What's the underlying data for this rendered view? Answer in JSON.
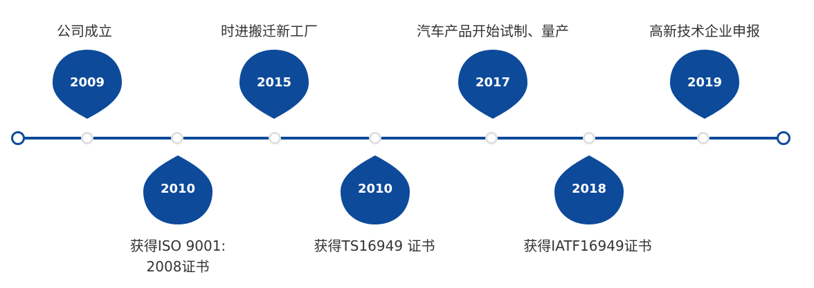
{
  "colors": {
    "primary": "#0d4a9a",
    "dot_border": "#e0e0e0",
    "text": "#333333"
  },
  "events_top": [
    {
      "year": "2009",
      "label": "公司成立"
    },
    {
      "year": "2015",
      "label": "时进搬迁新工厂"
    },
    {
      "year": "2017",
      "label": "汽车产品开始试制、量产"
    },
    {
      "year": "2019",
      "label": "高新技术企业申报"
    }
  ],
  "events_bottom": [
    {
      "year": "2010",
      "label": "获得ISO 9001: 2008证书"
    },
    {
      "year": "2010",
      "label": "获得TS16949 证书"
    },
    {
      "year": "2018",
      "label": "获得IATF16949证书"
    }
  ]
}
